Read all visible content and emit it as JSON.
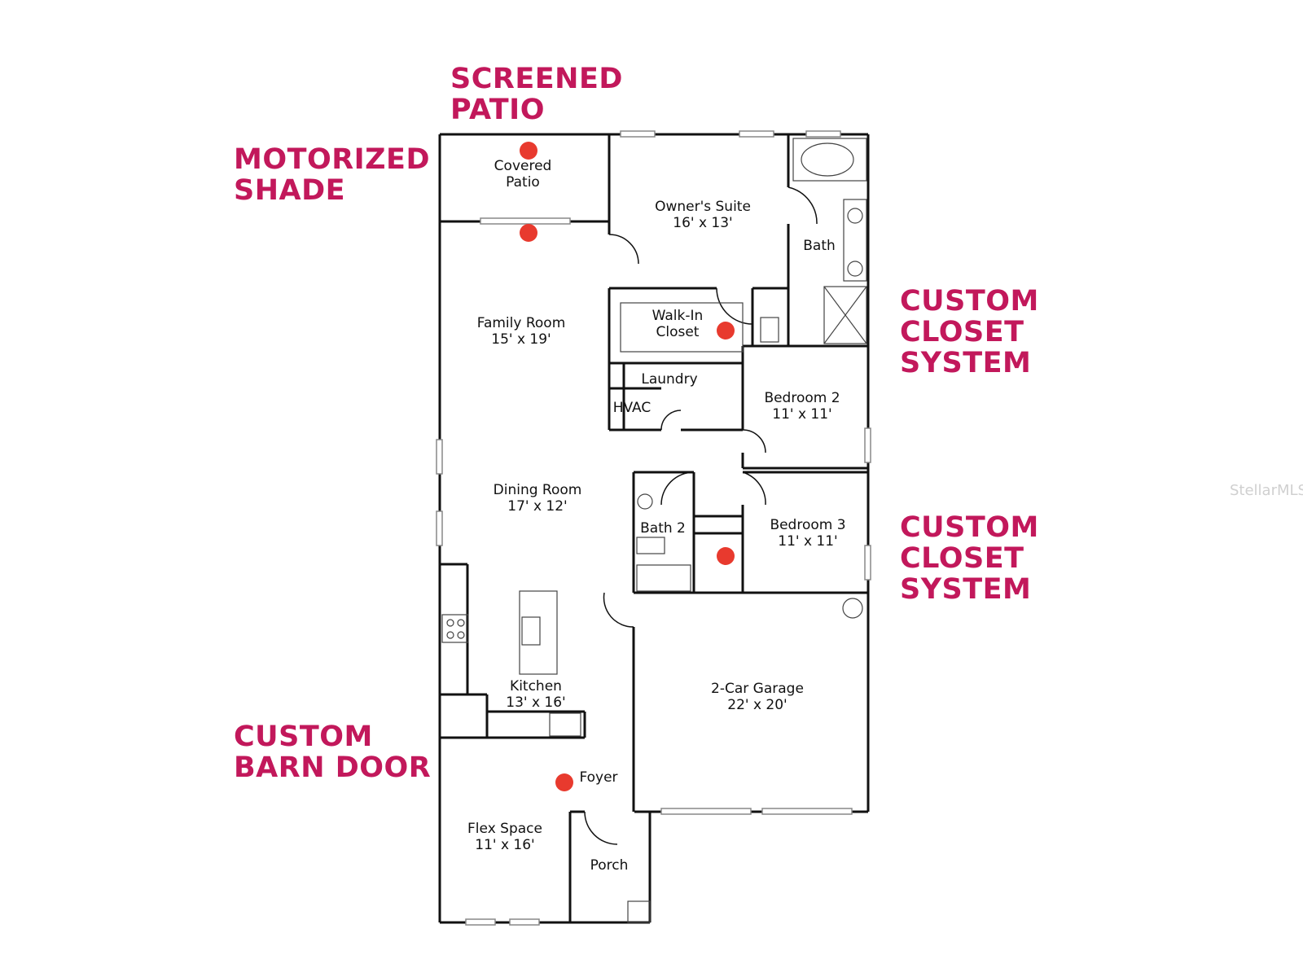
{
  "colors": {
    "accent": "#c2185b",
    "marker": "#e83a2e",
    "wall": "#111111"
  },
  "callouts": {
    "screened_patio": "SCREENED\nPATIO",
    "motorized_shade": "MOTORIZED\nSHADE",
    "custom_closet_1": "CUSTOM\nCLOSET\nSYSTEM",
    "custom_closet_2": "CUSTOM\nCLOSET\nSYSTEM",
    "custom_barn_door": "CUSTOM\nBARN DOOR"
  },
  "rooms": {
    "covered_patio": {
      "name": "Covered",
      "name2": "Patio"
    },
    "owners_suite": {
      "name": "Owner's Suite",
      "dims": "16' x 13'"
    },
    "bath": {
      "name": "Bath"
    },
    "family_room": {
      "name": "Family Room",
      "dims": "15' x 19'"
    },
    "walk_in_closet": {
      "name": "Walk-In",
      "name2": "Closet"
    },
    "laundry": {
      "name": "Laundry"
    },
    "hvac": {
      "name": "HVAC"
    },
    "bedroom2": {
      "name": "Bedroom 2",
      "dims": "11' x 11'"
    },
    "dining_room": {
      "name": "Dining Room",
      "dims": "17' x 12'"
    },
    "bath2": {
      "name": "Bath 2"
    },
    "bedroom3": {
      "name": "Bedroom 3",
      "dims": "11' x 11'"
    },
    "kitchen": {
      "name": "Kitchen",
      "dims": "13' x 16'"
    },
    "garage": {
      "name": "2-Car Garage",
      "dims": "22' x 20'"
    },
    "foyer": {
      "name": "Foyer"
    },
    "flex_space": {
      "name": "Flex Space",
      "dims": "11' x 16'"
    },
    "porch": {
      "name": "Porch"
    }
  },
  "watermark": "StellarMLS"
}
